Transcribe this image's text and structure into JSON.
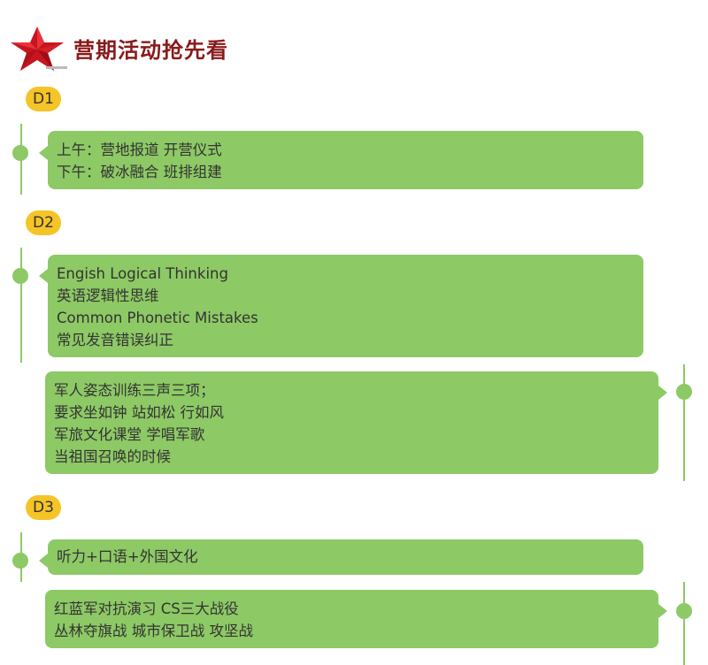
{
  "header": {
    "title": "营期活动抢先看",
    "icon": "red-star-icon"
  },
  "colors": {
    "card_green": "#8dc965",
    "badge_yellow": "#f5c427",
    "title_red": "#8a1a1a"
  },
  "days": [
    {
      "label": "D1",
      "cards": [
        {
          "lines": [
            "上午：营地报道 开营仪式",
            "下午：破冰融合 班排组建"
          ]
        }
      ]
    },
    {
      "label": "D2",
      "cards": [
        {
          "lines": [
            "Engish Logical Thinking",
            "英语逻辑性思维",
            "Common Phonetic Mistakes",
            " 常见发音错误纠正"
          ]
        },
        {
          "lines": [
            "军人姿态训练三声三项；",
            "要求坐如钟 站如松 行如风",
            "军旅文化课堂 学唱军歌",
            "当祖国召唤的时候"
          ]
        }
      ]
    },
    {
      "label": "D3",
      "cards": [
        {
          "lines": [
            "听力+口语+外国文化"
          ]
        },
        {
          "lines": [
            "红蓝军对抗演习 CS三大战役",
            "丛林夺旗战 城市保卫战 攻坚战"
          ]
        }
      ]
    }
  ]
}
